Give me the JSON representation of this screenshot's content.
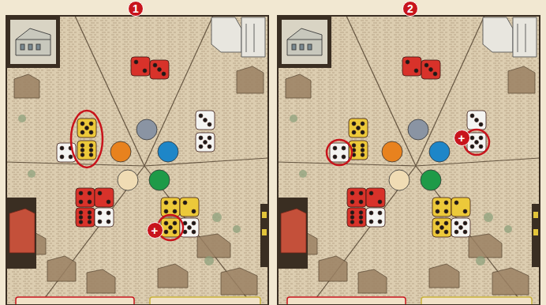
{
  "diagram": {
    "nodes": [
      {
        "text": [
          "1"
        ]
      },
      {
        "text": [
          "2"
        ]
      },
      {
        "text": [
          "+"
        ]
      },
      {
        "text": [
          "+"
        ]
      }
    ]
  }
}
